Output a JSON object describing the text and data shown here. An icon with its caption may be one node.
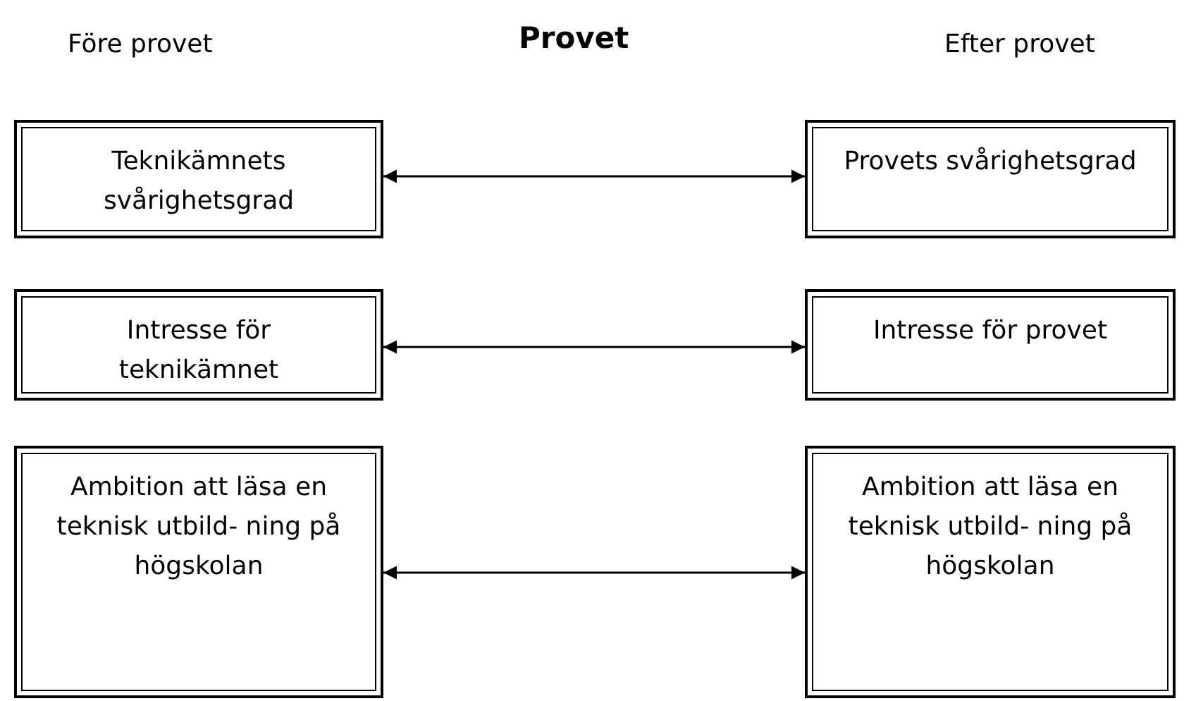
{
  "diagram": {
    "title": "Provet",
    "nodes": [
      {
        "text": [
          "Teknikämnets svårighetsgrad"
        ]
      },
      {
        "text": [
          "Provets svårighetsgrad"
        ]
      },
      {
        "text": [
          "Intresse för teknikämnet"
        ]
      },
      {
        "text": [
          "Intresse för provet"
        ]
      },
      {
        "text": [
          "Ambition att läsa en teknisk utbild- ning på högskolan"
        ]
      },
      {
        "text": [
          "Ambition att läsa en teknisk utbild- ning på högskolan"
        ]
      }
    ],
    "edges": [
      {
        "from": 0,
        "to": 1,
        "arrow": "both"
      },
      {
        "from": 2,
        "to": 3,
        "arrow": "both"
      },
      {
        "from": 4,
        "to": 5,
        "arrow": "both"
      }
    ],
    "labels": [
      "Före provet",
      "Efter provet"
    ]
  }
}
